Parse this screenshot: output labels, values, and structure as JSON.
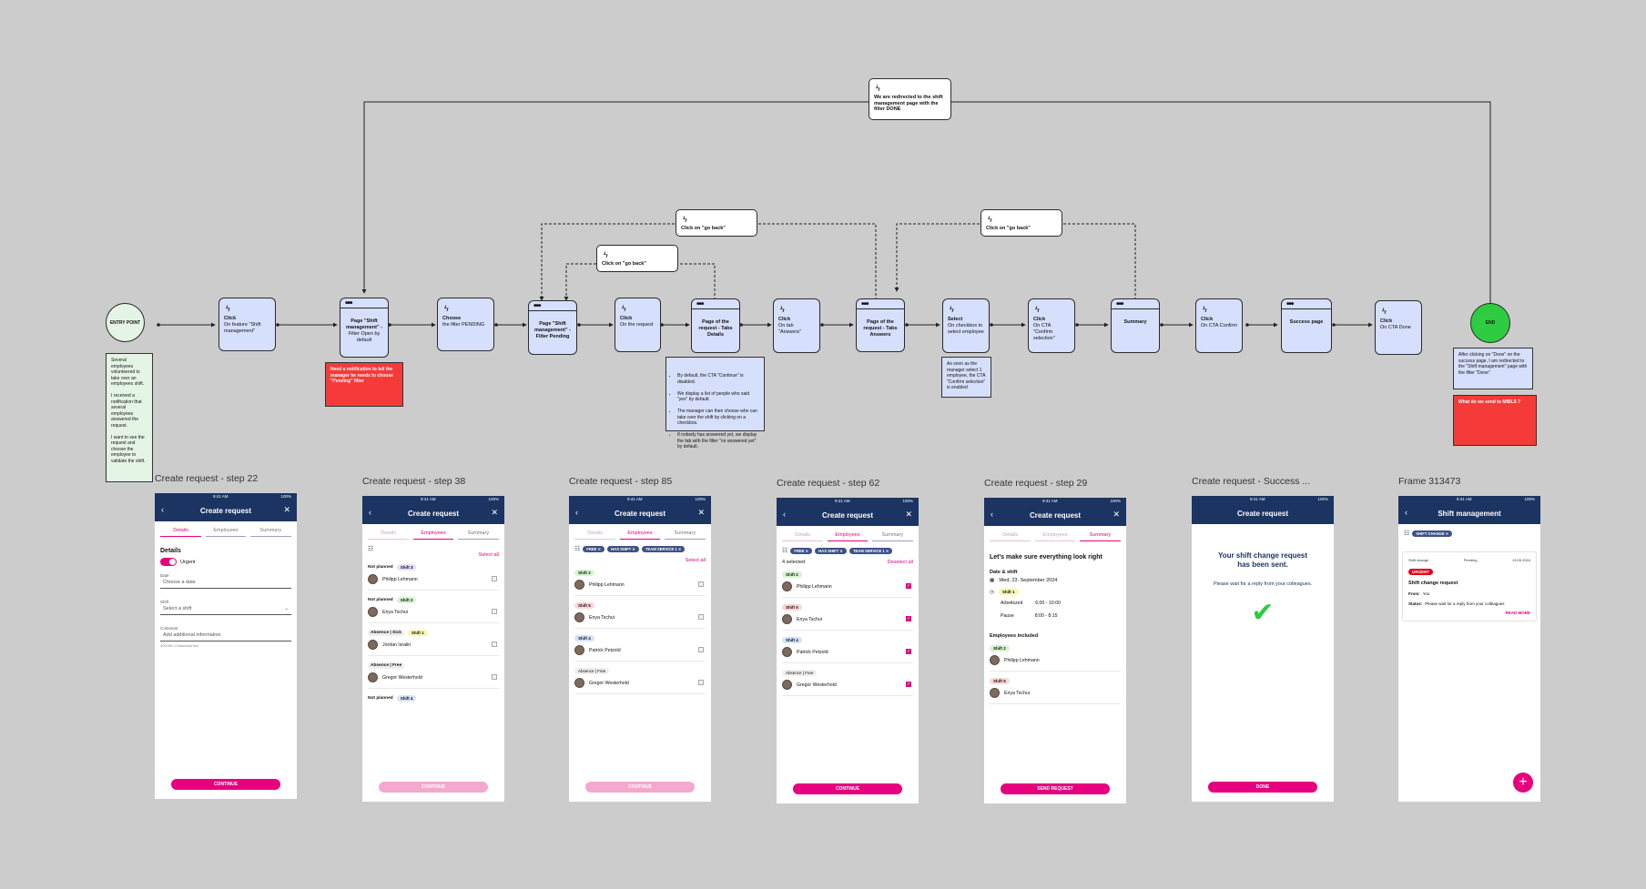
{
  "flow": {
    "entry_label": "ENTRY POINT",
    "end_label": "END",
    "nodes": [
      {
        "title": "Click",
        "sub": "On feature \"Shift management\""
      },
      {
        "title": "Page \"Shift management\" -",
        "sub": "Filter Open by default"
      },
      {
        "title": "Choose",
        "sub": "the filter PENDING"
      },
      {
        "title": "Page \"Shift management\" - Filter Pending",
        "sub": ""
      },
      {
        "title": "Click",
        "sub": "On the request"
      },
      {
        "title": "Page of the request - Tabs Details",
        "sub": ""
      },
      {
        "title": "Click",
        "sub": "On tab \"Answers\""
      },
      {
        "title": "Page of the request - Tabs Answers",
        "sub": ""
      },
      {
        "title": "Select",
        "sub": "On checkbox to select employee"
      },
      {
        "title": "Click",
        "sub": "On CTA \"Confirm selection\""
      },
      {
        "title": "Summary",
        "sub": ""
      },
      {
        "title": "Click",
        "sub": "On CTA Confirm"
      },
      {
        "title": "Success page",
        "sub": ""
      },
      {
        "title": "Click",
        "sub": "On CTA Done"
      }
    ],
    "callouts": {
      "top": "We are redirected to the shift management page with the filter DONE",
      "back1": "Click on \"go back\"",
      "back2": "Click on \"go back\"",
      "back3": "Click on \"go back\""
    },
    "notes": {
      "entry": "Several employees volunteered to take over an employees shift.\n\nI received a notification that several employees answered the request.\n\nI want to see the request and choose the employee to validate the shift.",
      "red1": "Need a notification to tell the manager he needs to choose \"Pending\" filter",
      "bullets": [
        "By default, the CTA \"Continue\" is disabled.",
        "We display a list of people who said \"yes\" by default.",
        "The manager can then choose who can take over the shift by clicking on a checkbox.",
        "If nobody has answered yet, we display the tab with the filter \"no answered yet\" by default."
      ],
      "select": "As soon as the manager select 1 employee, the CTA \"Confirm selection\" is enabled",
      "end": "After clicking on \"Done\" on the success page, I am redirected to the \"Shift management\" page with the filter \"Done\"",
      "red2": "What do we send to MIBLS ?"
    }
  },
  "frames": {
    "labels": [
      "Create request - step 22",
      "Create request - step 38",
      "Create request - step 85",
      "Create request - step 62",
      "Create request - step 29",
      "Create request - Success ...",
      "Frame 313473"
    ],
    "status_time": "9:41 AM",
    "status_batt": "100%",
    "header_title": "Create request",
    "tabs": [
      "Details",
      "Employees",
      "Summary"
    ],
    "s22": {
      "section": "Details",
      "urgent": "Urgent",
      "date_label": "Date",
      "date_ph": "Choose a date",
      "shift_label": "Shift",
      "shift_ph": "Select a shift",
      "comment_label": "Comment",
      "comment_ph": "Add additional information",
      "counter": "300/300 Characters left",
      "cta": "CONTINUE"
    },
    "s38": {
      "select_all": "Select all",
      "groups": [
        {
          "status": "Not planned",
          "shift": "Shift 3",
          "name": "Philipp Lehmann"
        },
        {
          "status": "Not planned",
          "shift": "Shift 2",
          "name": "Enya Tschui"
        },
        {
          "status": "Absence | Sick",
          "shift": "Shift 1",
          "name": "Jordan Isralin"
        },
        {
          "status": "Absence | Free",
          "shift": "",
          "name": "Gregor Westerhold"
        },
        {
          "status": "Not planned",
          "shift": "Shift 4",
          "name": ""
        }
      ],
      "cta": "CONTINUE"
    },
    "s85": {
      "filters": [
        "FREE",
        "HAS SHIFT",
        "TEAM SERVICE 1"
      ],
      "select_all": "Select all",
      "rows": [
        {
          "shift": "Shift 2",
          "name": "Philipp Lehmann"
        },
        {
          "shift": "Shift 5",
          "name": "Enya Tschui"
        },
        {
          "shift": "Shift 4",
          "name": "Patrick Petzold"
        },
        {
          "shift": "Absence | Free",
          "name": "Gregor Westerhold"
        }
      ],
      "cta": "CONTINUE"
    },
    "s62": {
      "filters": [
        "FREE",
        "HAS SHIFT",
        "TEAM SERVICE 1"
      ],
      "selected": "4 selected",
      "deselect": "Deselect all",
      "rows": [
        {
          "shift": "Shift 2",
          "name": "Philipp Lehmann"
        },
        {
          "shift": "Shift 5",
          "name": "Enya Tschui"
        },
        {
          "shift": "Shift 4",
          "name": "Patrick Petzold"
        },
        {
          "shift": "Absence | Free",
          "name": "Gregor Westerhold"
        }
      ],
      "cta": "CONTINUE"
    },
    "s29": {
      "heading": "Let's make sure everything look right",
      "date_shift": "Date & shift",
      "date": "Wed, 23. September 2024",
      "shift": "Shift 1",
      "work_label": "Arbeitszeit",
      "work_val": "6:00 - 10:00",
      "pause_label": "Pause",
      "pause_val": "8:00 - 8:15",
      "included": "Employees included",
      "emps": [
        {
          "shift": "Shift 2",
          "name": "Philipp Lehmann"
        },
        {
          "shift": "Shift 5",
          "name": "Enya Tschui"
        }
      ],
      "cta": "SEND REQUEST"
    },
    "success": {
      "title": "Your shift change request has been sent.",
      "sub": "Please wait for a reply from your colleagues.",
      "cta": "DONE"
    },
    "shiftmgmt": {
      "title": "Shift management",
      "filter": "SHIFT CHANGE",
      "card_type": "Shift change",
      "card_status": "Pending",
      "card_date": "13.09.2024",
      "badge": "URGENT",
      "card_title": "Shift change request",
      "from_label": "From:",
      "from_val": "You",
      "status_label": "Status:",
      "status_val": "Please wait for a reply from your colleagues",
      "read_more": "READ MORE",
      "fab": "+"
    }
  },
  "colors": {
    "navy": "#1b3462",
    "pink": "#e6007e",
    "node": "#d6dffb",
    "red": "#f53a3a",
    "green": "#2ecc40"
  }
}
